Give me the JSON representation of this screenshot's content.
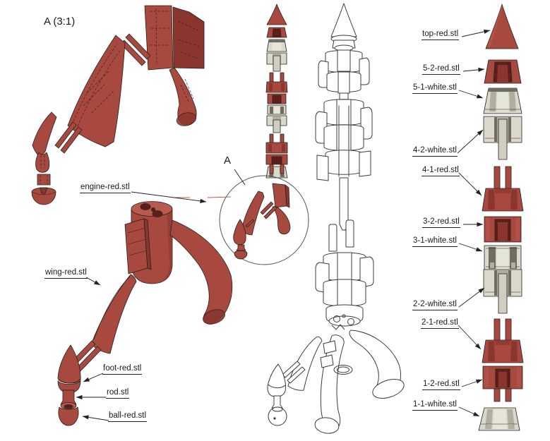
{
  "drawing": {
    "detail_view_label": "A (3:1)",
    "callout_label": "A"
  },
  "assembly_labels": {
    "engine": "engine-red.stl",
    "wing": "wing-red.stl",
    "foot": "foot-red.stl",
    "rod": "rod.stl",
    "ball": "ball-red.stl"
  },
  "parts_list": [
    {
      "label": "top-red.stl",
      "color": "red"
    },
    {
      "label": "5-2-red.stl",
      "color": "red"
    },
    {
      "label": "5-1-white.stl",
      "color": "white"
    },
    {
      "label": "4-2-white.stl",
      "color": "white"
    },
    {
      "label": "4-1-red.stl",
      "color": "red"
    },
    {
      "label": "3-2-red.stl",
      "color": "red"
    },
    {
      "label": "3-1-white.stl",
      "color": "white"
    },
    {
      "label": "2-2-white.stl",
      "color": "white"
    },
    {
      "label": "2-1-red.stl",
      "color": "red"
    },
    {
      "label": "1-2-red.stl",
      "color": "red"
    },
    {
      "label": "1-1-white.stl",
      "color": "white"
    }
  ],
  "colors": {
    "red": "#A8493F",
    "redLight": "#BA5A4E",
    "redDark": "#8A362E",
    "redHollow": "#5E1F1A",
    "white": "#D9D8CB",
    "whiteLight": "#E6E5DA",
    "whiteDark": "#AFAEA0",
    "whiteChannel": "#6E6E60",
    "outline": "#27201E",
    "wire": "#3C3C3C",
    "section": "#C8584A",
    "label": "#1A1A1A"
  }
}
